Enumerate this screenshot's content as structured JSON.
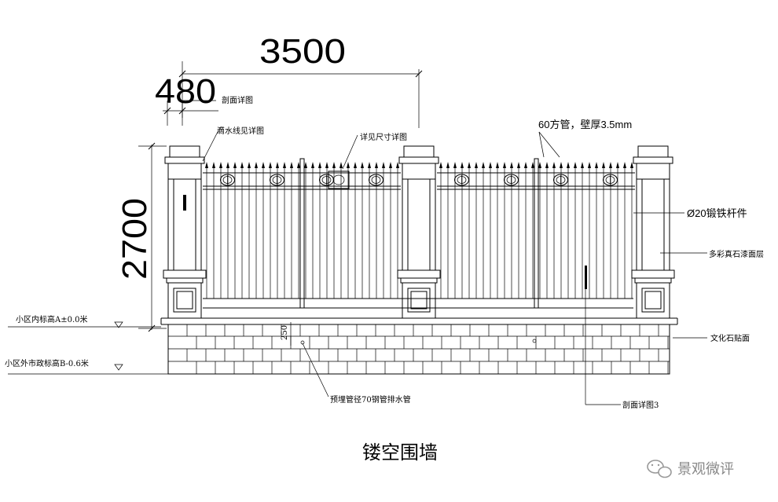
{
  "dimensions": {
    "span": "3500",
    "post_width": "480",
    "height": "2700",
    "pipe_level": "250"
  },
  "annotations": {
    "section_detail": "剖面详图",
    "drip_line_detail": "滴水线见详图",
    "dimension_detail": "详见尺寸详图",
    "square_tube": "60方管，壁厚3.5mm",
    "wrought_iron": "Ø20锻铁杆件",
    "real_stone_paint": "多彩真石漆面层",
    "inner_elevation": "小区内标高A±0.0米",
    "outer_elevation": "小区外市政标高B-0.6米",
    "culture_stone": "文化石贴面",
    "drain_pipe": "预埋管径70钢管排水管",
    "section_detail_3": "剖面详图3"
  },
  "title": "镂空围墙",
  "watermark": "景观微评"
}
